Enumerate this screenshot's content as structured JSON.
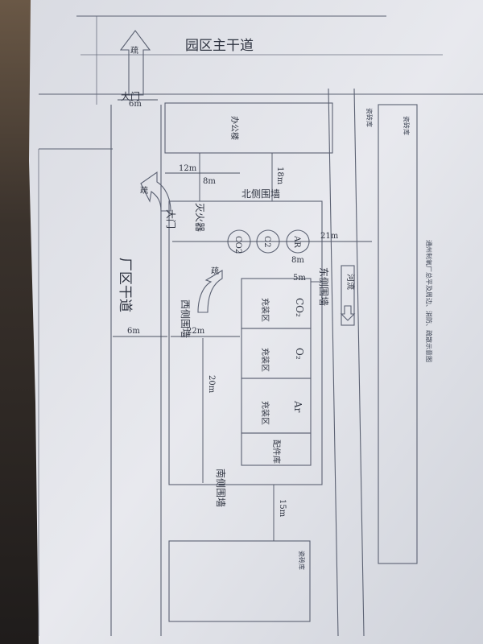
{
  "document": {
    "title": "通州制氧厂总平及周边、消防、疏散示意图",
    "road_north": "园区主干道",
    "road_west": "厂区干道",
    "office": "办公楼",
    "gate": "大门",
    "evacuate": "疏",
    "wall_north": "北侧围墙",
    "wall_south": "南侧围墙",
    "wall_east": "东侧围墙",
    "wall_west": "西侧围墙",
    "backflow": "灭火器",
    "tank_ar": "AR",
    "tank_o2": "O2",
    "tank_co2": "CO2",
    "bay_co2": "CO₂",
    "bay_o2": "O₂",
    "bay_ar": "Ar",
    "bay_storage": "充装区",
    "filling_room": "配件库",
    "river": "河流",
    "neighbor_warehouse": "瓷砖库",
    "dimensions": {
      "d1": "6m",
      "d2": "12m",
      "d3": "8m",
      "d4": "18m",
      "d5": "21m",
      "d6": "8m",
      "d7": "5m",
      "d8": "6m",
      "d9": "22m",
      "d10": "20m",
      "d11": "15m"
    }
  }
}
